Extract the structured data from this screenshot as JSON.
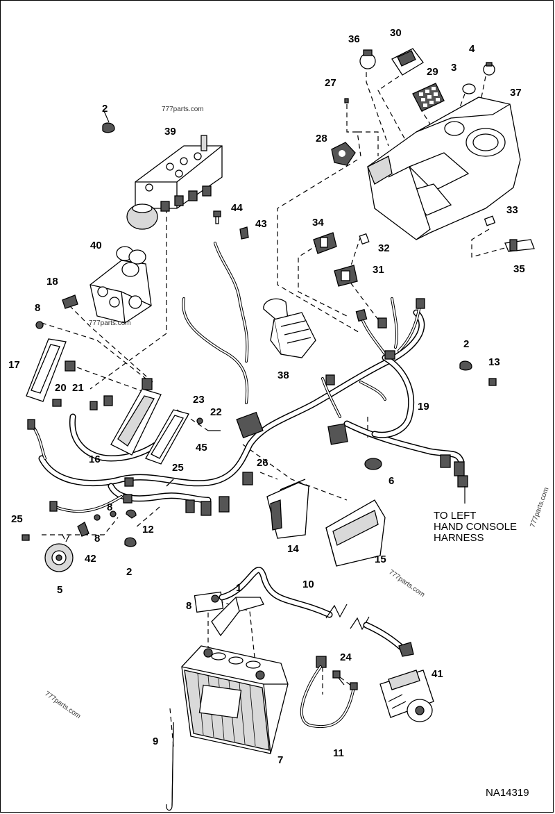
{
  "diagram": {
    "drawing_number": "NA14319",
    "note_lines": [
      "TO LEFT",
      "HAND CONSOLE",
      "HARNESS"
    ],
    "watermarks": [
      "777parts.com",
      "777parts.com",
      "777parts.com",
      "777parts.com",
      "777parts.com"
    ],
    "callouts": [
      {
        "id": "c36",
        "label": "36"
      },
      {
        "id": "c30",
        "label": "30"
      },
      {
        "id": "c4a",
        "label": "4"
      },
      {
        "id": "c3",
        "label": "3"
      },
      {
        "id": "c29",
        "label": "29"
      },
      {
        "id": "c27",
        "label": "27"
      },
      {
        "id": "c37",
        "label": "37"
      },
      {
        "id": "c2a",
        "label": "2"
      },
      {
        "id": "c39",
        "label": "39"
      },
      {
        "id": "c28",
        "label": "28"
      },
      {
        "id": "c44",
        "label": "44"
      },
      {
        "id": "c43",
        "label": "43"
      },
      {
        "id": "c33",
        "label": "33"
      },
      {
        "id": "c34",
        "label": "34"
      },
      {
        "id": "c32",
        "label": "32"
      },
      {
        "id": "c35",
        "label": "35"
      },
      {
        "id": "c40",
        "label": "40"
      },
      {
        "id": "c31",
        "label": "31"
      },
      {
        "id": "c18",
        "label": "18"
      },
      {
        "id": "c8a",
        "label": "8"
      },
      {
        "id": "c38",
        "label": "38"
      },
      {
        "id": "c2b",
        "label": "2"
      },
      {
        "id": "c13",
        "label": "13"
      },
      {
        "id": "c17",
        "label": "17"
      },
      {
        "id": "c20",
        "label": "20"
      },
      {
        "id": "c21",
        "label": "21"
      },
      {
        "id": "c19",
        "label": "19"
      },
      {
        "id": "c23",
        "label": "23"
      },
      {
        "id": "c22",
        "label": "22"
      },
      {
        "id": "c16",
        "label": "16"
      },
      {
        "id": "c45",
        "label": "45"
      },
      {
        "id": "c25a",
        "label": "25"
      },
      {
        "id": "c26",
        "label": "26"
      },
      {
        "id": "c6",
        "label": "6"
      },
      {
        "id": "c25b",
        "label": "25"
      },
      {
        "id": "c8b",
        "label": "8"
      },
      {
        "id": "c12",
        "label": "12"
      },
      {
        "id": "c8c",
        "label": "8"
      },
      {
        "id": "c42",
        "label": "42"
      },
      {
        "id": "c14",
        "label": "14"
      },
      {
        "id": "c15",
        "label": "15"
      },
      {
        "id": "c5",
        "label": "5"
      },
      {
        "id": "c2c",
        "label": "2"
      },
      {
        "id": "c1",
        "label": "1"
      },
      {
        "id": "c10",
        "label": "10"
      },
      {
        "id": "c8d",
        "label": "8"
      },
      {
        "id": "c24",
        "label": "24"
      },
      {
        "id": "c41",
        "label": "41"
      },
      {
        "id": "c9",
        "label": "9"
      },
      {
        "id": "c11",
        "label": "11"
      },
      {
        "id": "c7",
        "label": "7"
      }
    ]
  }
}
